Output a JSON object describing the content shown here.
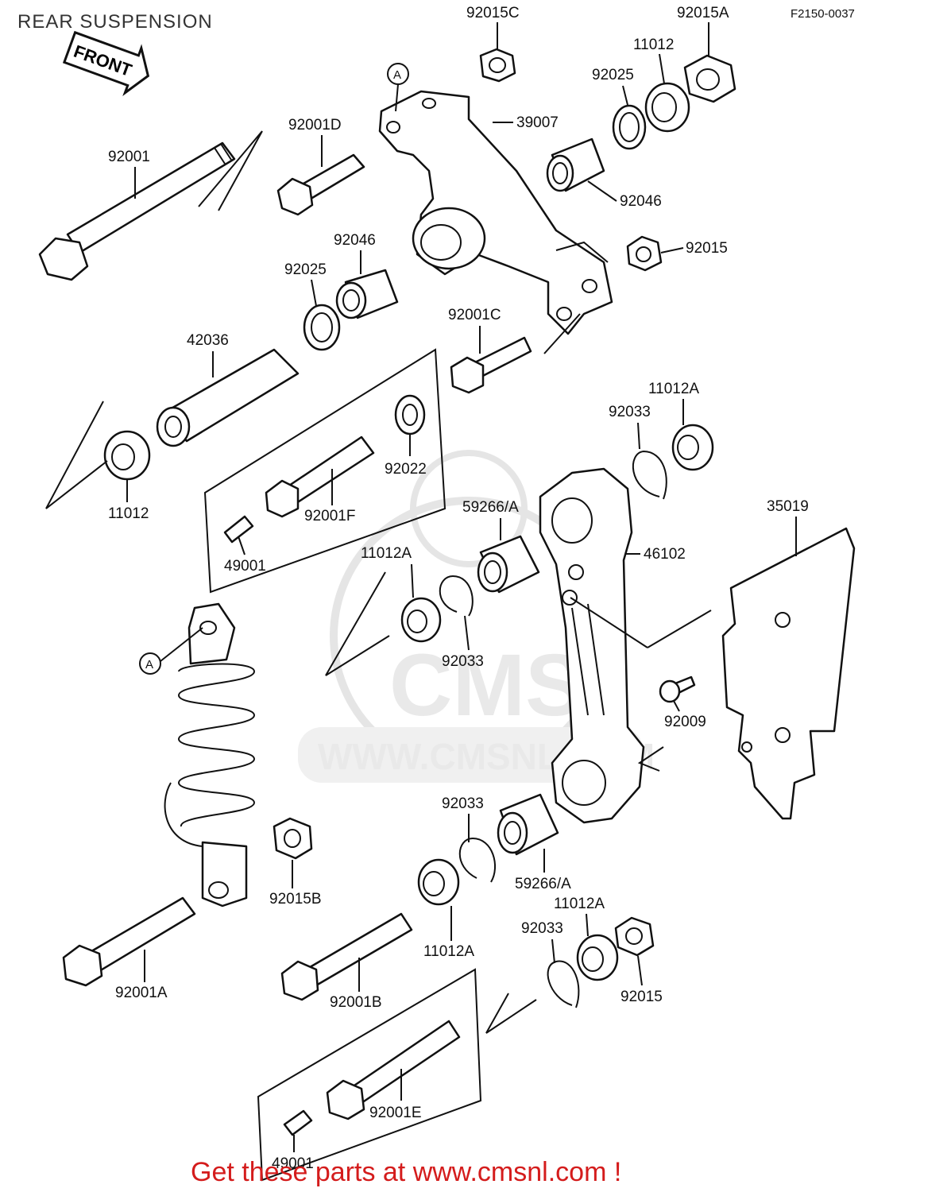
{
  "header": {
    "title": "REAR SUSPENSION",
    "diagram_ref": "F2150-0037",
    "front_arrow_label": "FRONT",
    "ref_marker": "A"
  },
  "watermark": {
    "brand": "CMS",
    "url": "WWW.CMSNL.COM"
  },
  "footer": {
    "text": "Get these parts at www.cmsnl.com !",
    "color": "#d41c1c"
  },
  "parts": [
    "92015C",
    "92015A",
    "11012",
    "92025",
    "39007",
    "92001D",
    "92001",
    "92046",
    "92015",
    "92046",
    "92025",
    "92001C",
    "42036",
    "11012",
    "92022",
    "92001F",
    "49001",
    "11012A",
    "92033",
    "59266/A",
    "11012A",
    "92033",
    "46102",
    "35019",
    "92009",
    "92033",
    "59266/A",
    "92015B",
    "11012A",
    "92033",
    "11012A",
    "92015",
    "92001A",
    "92001B",
    "92001E",
    "49001"
  ]
}
